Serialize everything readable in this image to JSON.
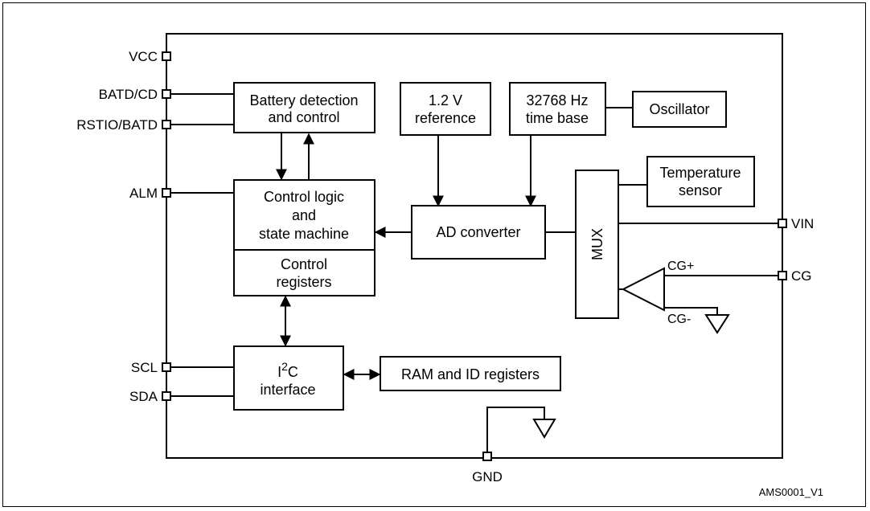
{
  "pins": {
    "vcc": "VCC",
    "batd_cd": "BATD/CD",
    "rstio_batd": "RSTIO/BATD",
    "alm": "ALM",
    "scl": "SCL",
    "sda": "SDA",
    "gnd": "GND",
    "vin": "VIN",
    "cg": "CG"
  },
  "blocks": {
    "battery_detection": [
      "Battery detection",
      "and control"
    ],
    "reference": [
      "1.2 V",
      "reference"
    ],
    "time_base": [
      "32768 Hz",
      "time base"
    ],
    "oscillator": "Oscillator",
    "temperature_sensor": [
      "Temperature",
      "sensor"
    ],
    "control_logic": [
      "Control logic",
      "and",
      "state machine"
    ],
    "control_registers": [
      "Control",
      "registers"
    ],
    "ad_converter": "AD converter",
    "mux": "MUX",
    "i2c_interface": {
      "i": "I",
      "sup": "2",
      "c": "C",
      "line2": "interface"
    },
    "ram_id": "RAM and ID registers"
  },
  "signals": {
    "cg_plus": "CG+",
    "cg_minus": "CG-"
  },
  "figure_ref": "AMS0001_V1"
}
